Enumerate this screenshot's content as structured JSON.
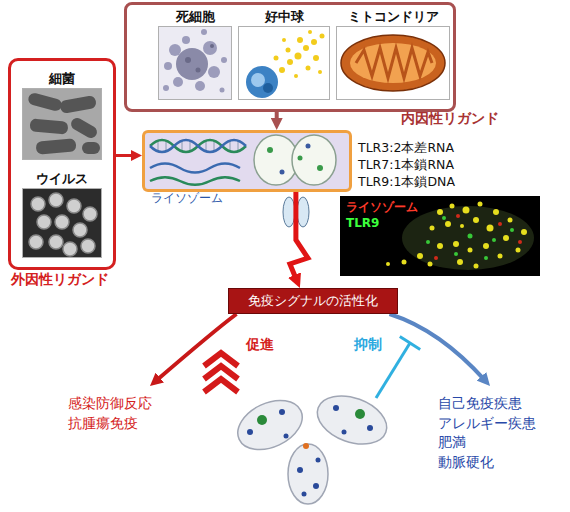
{
  "diagram": {
    "nodes": [
      {
        "text": [
          "内因性リガンド"
        ]
      },
      {
        "text": [
          "死細胞"
        ],
        "in": 0
      },
      {
        "text": [
          "好中球"
        ],
        "in": 0
      },
      {
        "text": [
          "ミトコンドリア"
        ],
        "in": 0
      },
      {
        "text": [
          "外因性リガンド"
        ]
      },
      {
        "text": [
          "細菌"
        ],
        "in": 4
      },
      {
        "text": [
          "ウイルス"
        ],
        "in": 4
      },
      {
        "text": [
          "ライソゾーム"
        ]
      },
      {
        "text": [
          "ライソゾーム",
          "TLR9"
        ]
      },
      {
        "text": [
          "免疫シグナルの活性化"
        ]
      },
      {
        "text": [
          "感染防御反応",
          "抗腫瘍免疫"
        ]
      },
      {
        "text": [
          "自己免疫疾患",
          "アレルギー疾患",
          "肥満",
          "動脈硬化"
        ]
      }
    ],
    "edges": [
      {
        "from": 4,
        "to": 7,
        "arrow": "to"
      },
      {
        "from": 0,
        "to": 7,
        "arrow": "to"
      },
      {
        "from": 7,
        "to": 9,
        "arrow": "to"
      },
      {
        "from": 9,
        "to": 10,
        "arrow": "to"
      },
      {
        "from": 9,
        "to": 11,
        "arrow": "to"
      }
    ],
    "labels": [
      "TLR3:2本差RNA",
      "TLR7:1本鎖RNA",
      "TLR9:1本鎖DNA",
      "促進",
      "抑制"
    ]
  }
}
